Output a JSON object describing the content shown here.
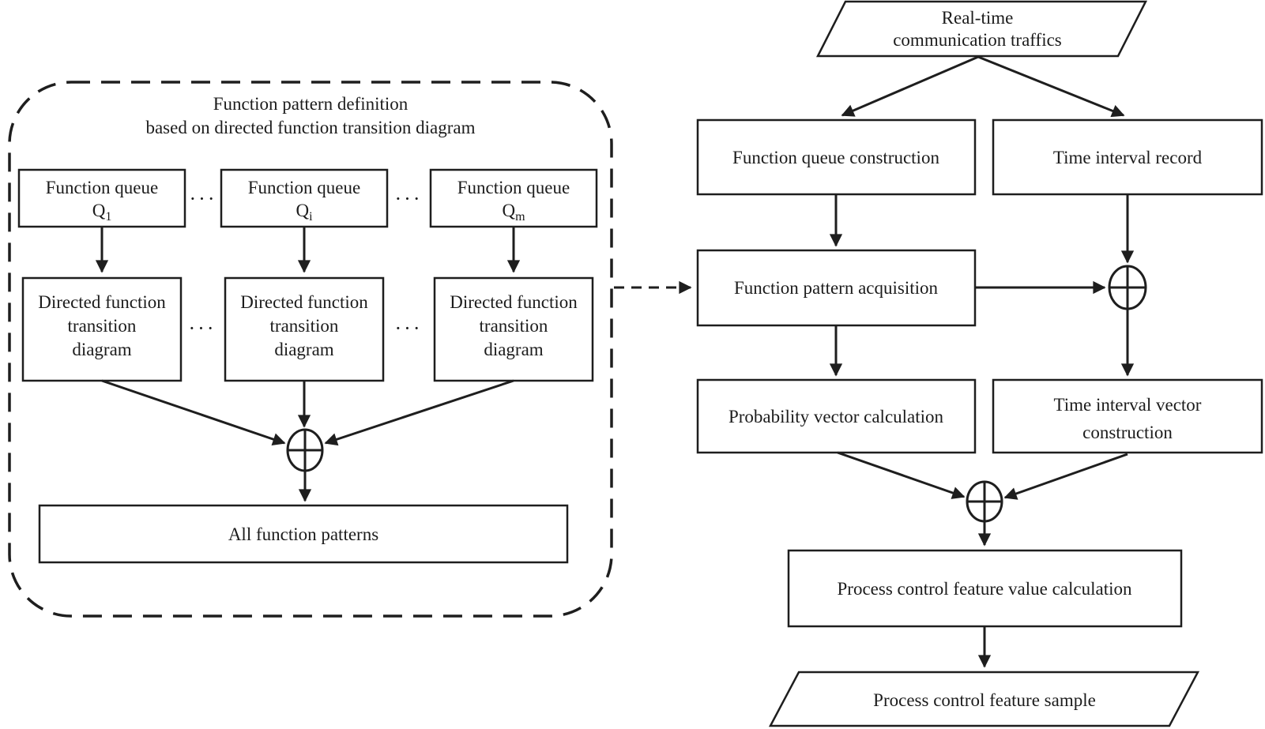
{
  "left_panel": {
    "title_line1": "Function pattern definition",
    "title_line2": "based on directed function transition diagram",
    "ellipsis": "···",
    "queue_boxes": [
      {
        "label": "Function queue",
        "symbol": "Q",
        "subscript": "1"
      },
      {
        "label": "Function queue",
        "symbol": "Q",
        "subscript": "i"
      },
      {
        "label": "Function queue",
        "symbol": "Q",
        "subscript": "m"
      }
    ],
    "transition_boxes": [
      {
        "line1": "Directed function",
        "line2": "transition",
        "line3": "diagram"
      },
      {
        "line1": "Directed function",
        "line2": "transition",
        "line3": "diagram"
      },
      {
        "line1": "Directed function",
        "line2": "transition",
        "line3": "diagram"
      }
    ],
    "all_patterns_label": "All function patterns"
  },
  "right_flow": {
    "input_line1": "Real-time",
    "input_line2": "communication traffics",
    "queue_construction": "Function queue construction",
    "time_interval_record": "Time interval record",
    "pattern_acquisition": "Function pattern acquisition",
    "probability_vector": "Probability vector calculation",
    "time_vector_line1": "Time interval vector",
    "time_vector_line2": "construction",
    "feature_value_calc": "Process control feature value calculation",
    "output_label": "Process control feature sample"
  },
  "colors": {
    "line": "#1e1e1e",
    "text": "#1c1c1c",
    "background": "#ffffff"
  }
}
